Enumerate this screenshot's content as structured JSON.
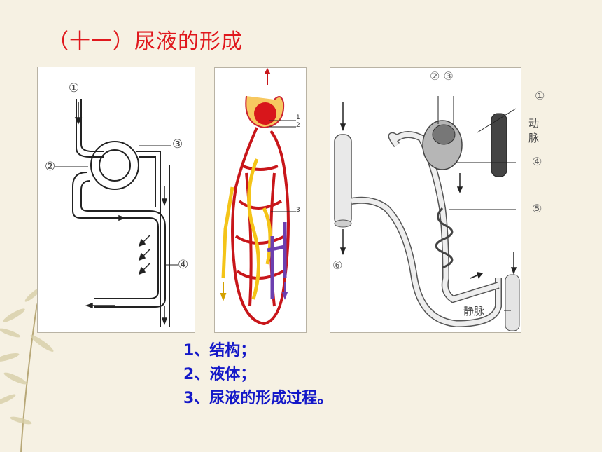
{
  "title": "（十一）尿液的形成",
  "panel1": {
    "labels": {
      "l1": "①",
      "l2": "②",
      "l3": "③",
      "l4": "④"
    }
  },
  "panel2": {
    "labels": {
      "n1": "1",
      "n2": "2",
      "n3": "3"
    }
  },
  "panel3": {
    "labels": {
      "l23": "② ③",
      "l1": "①",
      "artery": "动脉",
      "l4": "④",
      "l5": "⑤",
      "l6": "⑥",
      "vein": "静脉"
    }
  },
  "list": [
    "1、结构；",
    "2、液体；",
    "3、尿液的形成过程。"
  ],
  "colors": {
    "title": "#e0181d",
    "list": "#1418c8",
    "background": "#f6f1e3"
  }
}
